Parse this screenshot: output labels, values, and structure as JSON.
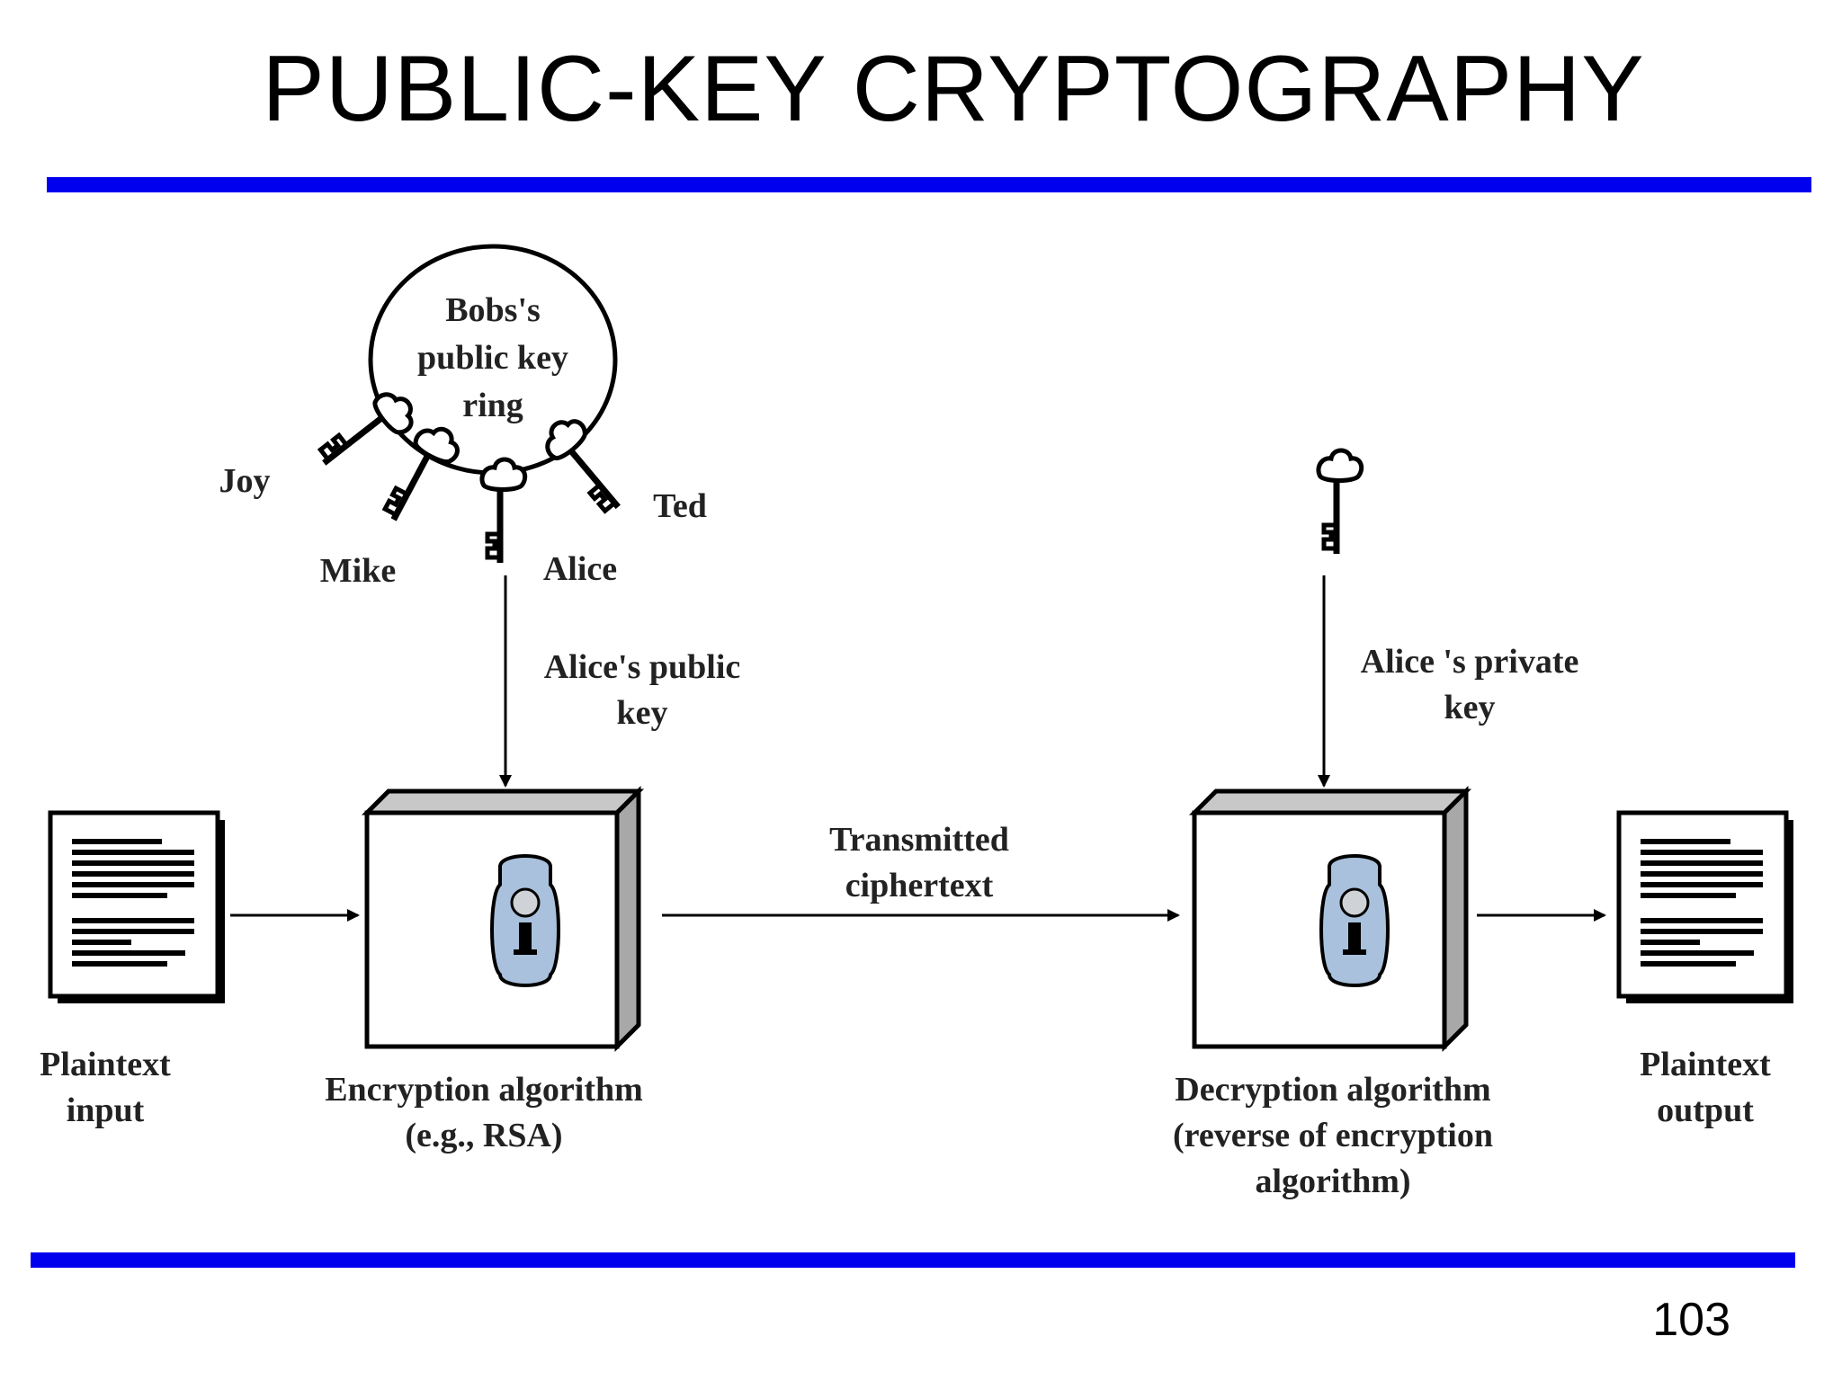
{
  "title": "PUBLIC-KEY CRYPTOGRAPHY",
  "page_number": "103",
  "colors": {
    "rule": "#0000ee",
    "keyhole": "#a9c1dc"
  },
  "key_ring": {
    "label_lines": [
      "Bobs's",
      "public key",
      "ring"
    ],
    "keys": [
      "Joy",
      "Mike",
      "Alice",
      "Ted"
    ]
  },
  "public_key_label": [
    "Alice's public",
    "key"
  ],
  "private_key_label": [
    "Alice 's private",
    "key"
  ],
  "plaintext_input_label": [
    "Plaintext",
    "input"
  ],
  "encryption_label": [
    "Encryption algorithm",
    "(e.g., RSA)"
  ],
  "transmitted_label": [
    "Transmitted",
    "ciphertext"
  ],
  "decryption_label": [
    "Decryption algorithm",
    "(reverse of encryption",
    "algorithm)"
  ],
  "plaintext_output_label": [
    "Plaintext",
    "output"
  ]
}
